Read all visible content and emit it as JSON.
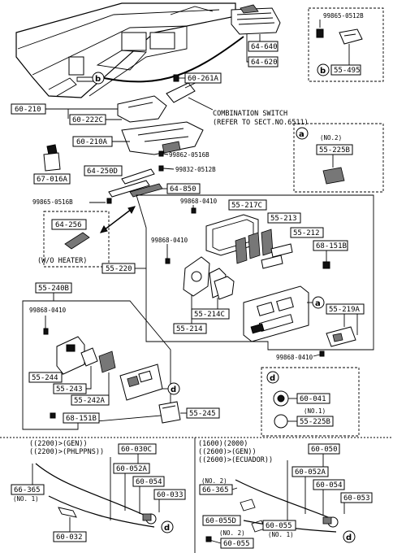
{
  "part_labels": {
    "p64_640": "64-640",
    "p64_620": "64-620",
    "p60_261a": "60-261A",
    "p60_210": "60-210",
    "p60_222c": "60-222C",
    "p60_210a": "60-210A",
    "p67_016a": "67-016A",
    "p64_250d": "64-250D",
    "p64_850": "64-850",
    "p64_256": "64-256",
    "p55_217c": "55-217C",
    "p55_213": "55-213",
    "p55_212": "55-212",
    "p68_151b_top": "68-151B",
    "p55_220": "55-220",
    "p55_214c": "55-214C",
    "p55_214": "55-214",
    "p55_219a": "55-219A",
    "p55_240b": "55-240B",
    "p55_244": "55-244",
    "p55_243": "55-243",
    "p55_242a": "55-242A",
    "p68_151b_bot": "68-151B",
    "p55_245": "55-245",
    "p55_495": "55-495",
    "p55_225b_top": "55-225B",
    "p60_041": "60-041",
    "p55_225b_bot": "55-225B",
    "p60_030c": "60-030C",
    "p60_052a_l": "60-052A",
    "p60_054_l": "60-054",
    "p60_033": "60-033",
    "p66_365_l": "66-365",
    "p60_032": "60-032",
    "p60_050": "60-050",
    "p60_052a_r": "60-052A",
    "p66_365_r": "66-365",
    "p60_054_r": "60-054",
    "p60_053": "60-053",
    "p60_055d": "60-055D",
    "p60_055_a": "60-055",
    "p60_055_b": "60-055"
  },
  "bolt_labels": {
    "b99865_0512b_top": "99865-0512B",
    "b99862_0516b": "99862-0516B",
    "b99832_0512b": "99832-0512B",
    "b99865_0516b": "99865-0516B",
    "b99868_0410_a": "99868-0410",
    "b99868_0410_b": "99868-0410",
    "b99868_0410_c": "99868-0410",
    "b99868_0410_d": "99868-0410"
  },
  "notes": {
    "combination_switch_1": "COMBINATION SWITCH",
    "combination_switch_2": "(REFER TO SECT.NO.6511)",
    "wo_heater": "(W/O HEATER)",
    "no2_top": "(NO.2)",
    "no1_bot": "(NO.1)",
    "left_spec_1": "((2200)>(GEN))",
    "left_spec_2": "((2200)>(PHLPPNS))",
    "right_spec_1": "(1600)(2000)",
    "right_spec_2": "((2600)>(GEN))",
    "right_spec_3": "((2600)>(ECUADOR))",
    "no1_left": "(NO. 1)",
    "no2_right": "(NO. 2)",
    "no2_right_b": "(NO. 2)",
    "no1_right": "(NO. 1)"
  },
  "callouts": {
    "a": "a",
    "b": "b",
    "d": "d"
  }
}
